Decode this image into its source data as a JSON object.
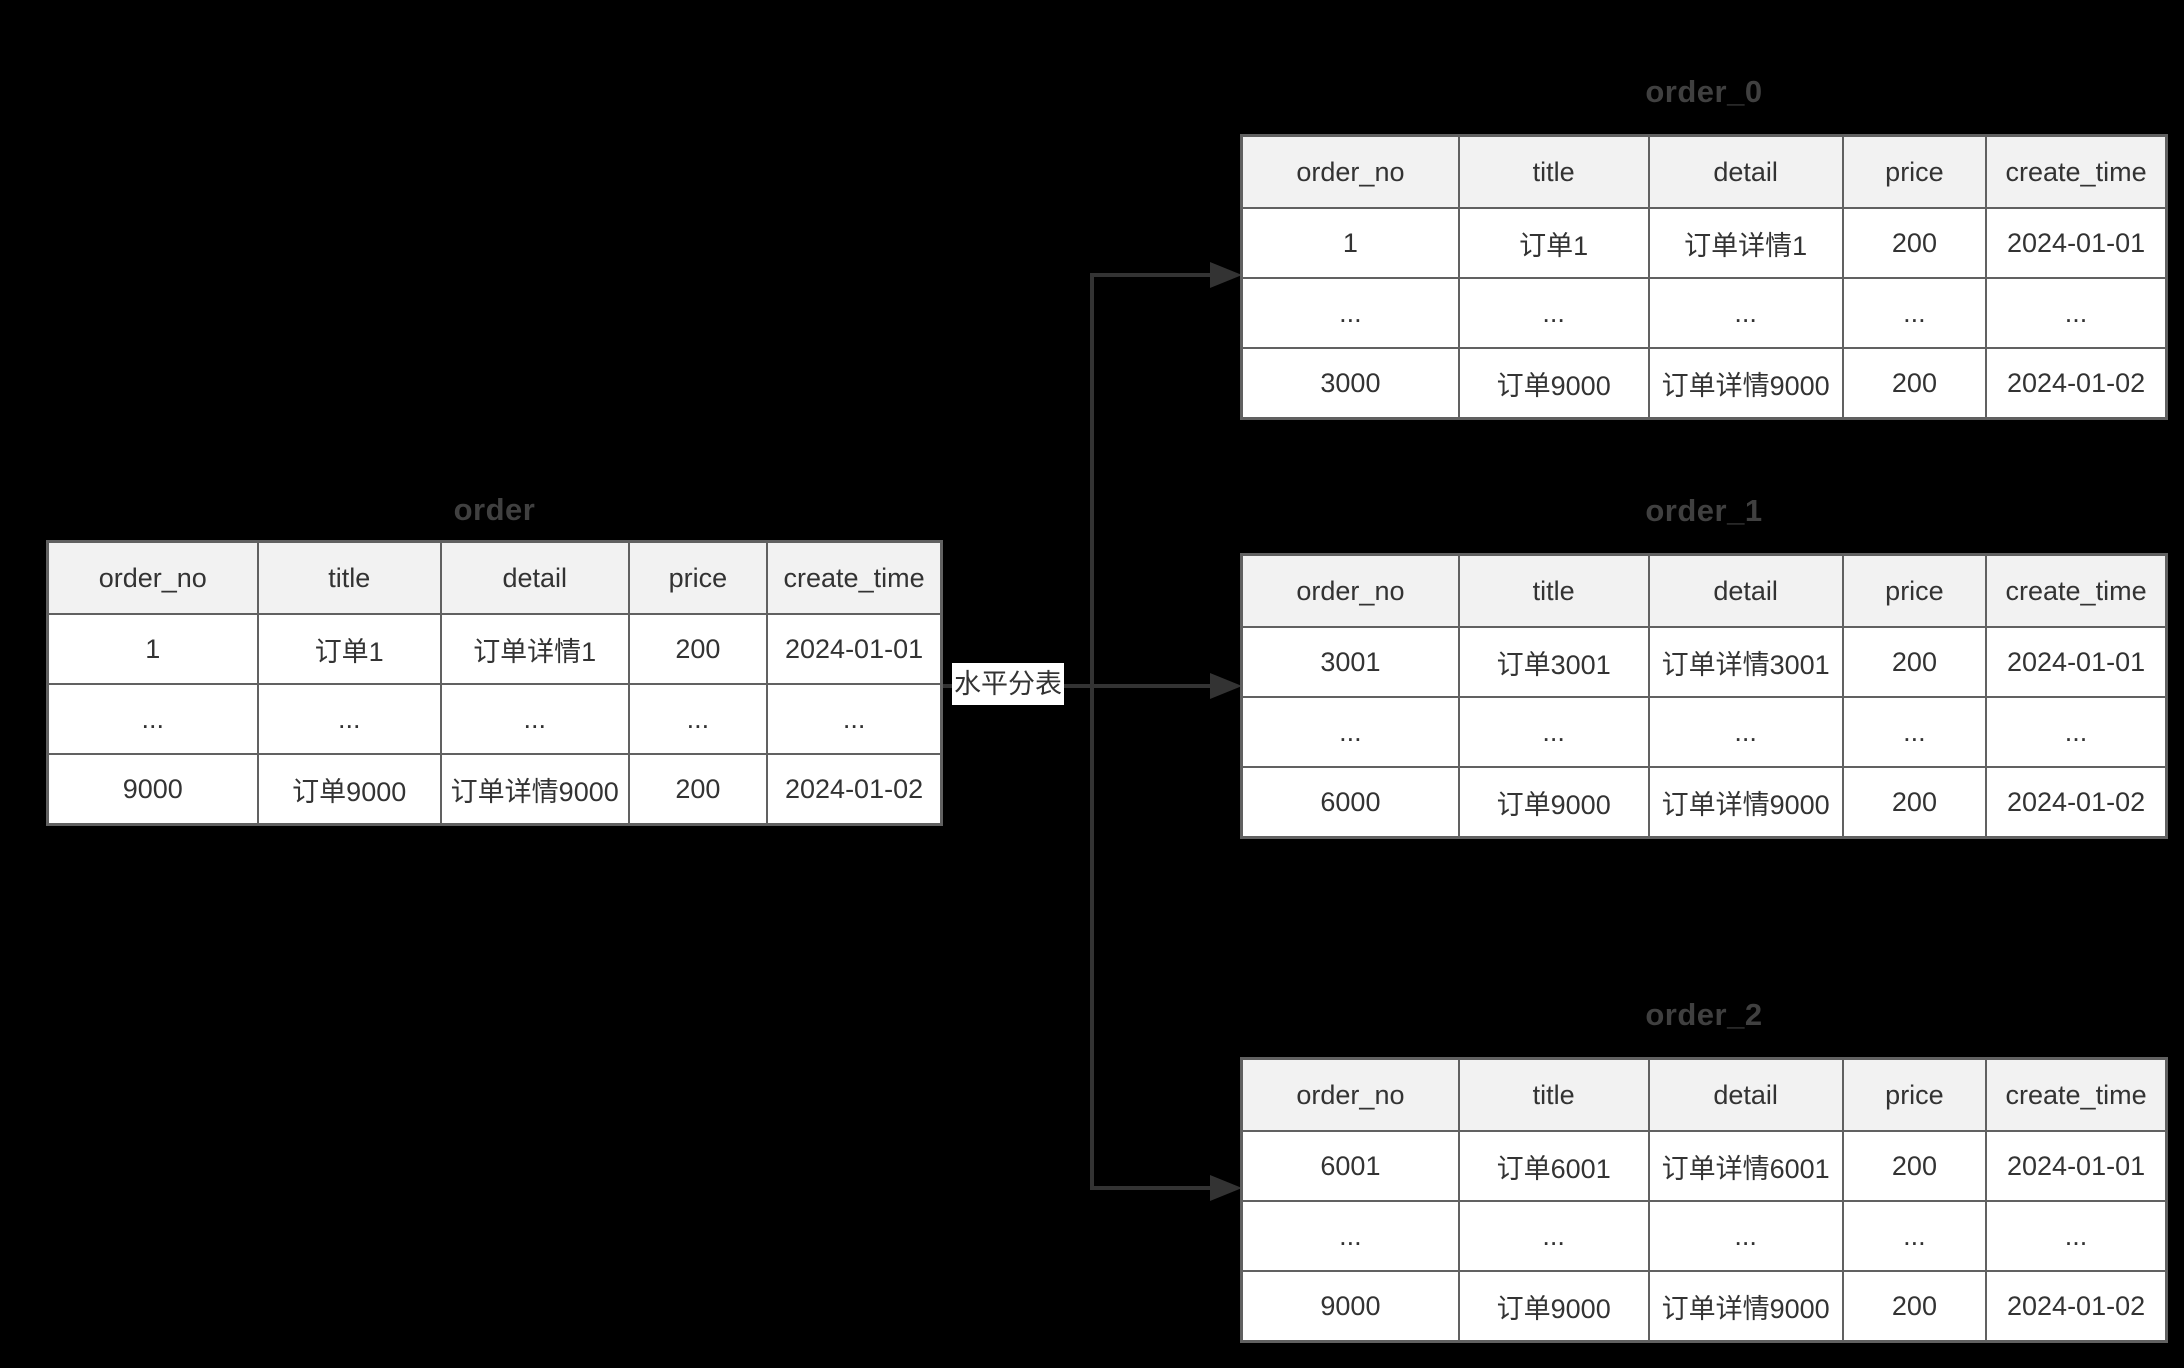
{
  "diagram": {
    "background_color": "#000000",
    "edge_label": "水平分表",
    "colors": {
      "table_border": "#616161",
      "header_fill": "#f2f2f2",
      "cell_fill": "#ffffff",
      "cell_text": "#333333",
      "title_text": "#404040",
      "arrow": "#333333",
      "edge_label_bg": "#ffffff"
    }
  },
  "tables": [
    {
      "title": "order",
      "columns": [
        "order_no",
        "title",
        "detail",
        "price",
        "create_time"
      ],
      "rows": [
        [
          "1",
          "订单1",
          "订单详情1",
          "200",
          "2024-01-01"
        ],
        [
          "...",
          "...",
          "...",
          "...",
          "..."
        ],
        [
          "9000",
          "订单9000",
          "订单详情9000",
          "200",
          "2024-01-02"
        ]
      ]
    },
    {
      "title": "order_0",
      "columns": [
        "order_no",
        "title",
        "detail",
        "price",
        "create_time"
      ],
      "rows": [
        [
          "1",
          "订单1",
          "订单详情1",
          "200",
          "2024-01-01"
        ],
        [
          "...",
          "...",
          "...",
          "...",
          "..."
        ],
        [
          "3000",
          "订单9000",
          "订单详情9000",
          "200",
          "2024-01-02"
        ]
      ]
    },
    {
      "title": "order_1",
      "columns": [
        "order_no",
        "title",
        "detail",
        "price",
        "create_time"
      ],
      "rows": [
        [
          "3001",
          "订单3001",
          "订单详情3001",
          "200",
          "2024-01-01"
        ],
        [
          "...",
          "...",
          "...",
          "...",
          "..."
        ],
        [
          "6000",
          "订单9000",
          "订单详情9000",
          "200",
          "2024-01-02"
        ]
      ]
    },
    {
      "title": "order_2",
      "columns": [
        "order_no",
        "title",
        "detail",
        "price",
        "create_time"
      ],
      "rows": [
        [
          "6001",
          "订单6001",
          "订单详情6001",
          "200",
          "2024-01-01"
        ],
        [
          "...",
          "...",
          "...",
          "...",
          "..."
        ],
        [
          "9000",
          "订单9000",
          "订单详情9000",
          "200",
          "2024-01-02"
        ]
      ]
    }
  ]
}
